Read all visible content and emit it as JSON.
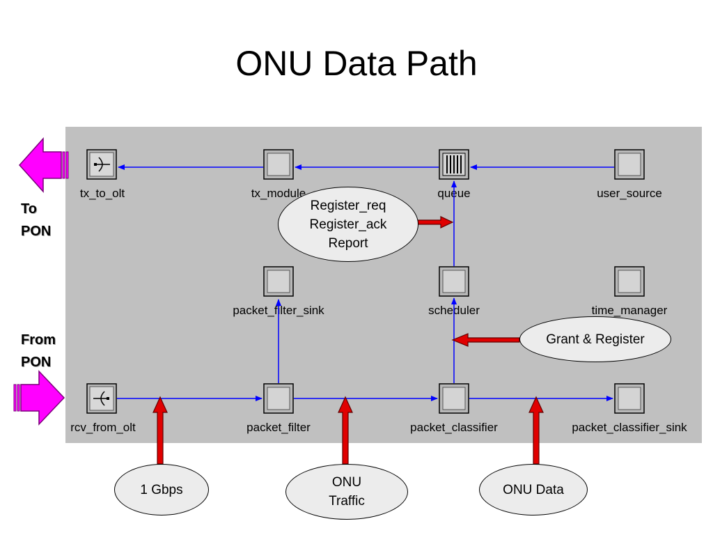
{
  "title": "ONU Data Path",
  "side_labels": {
    "to_pon": [
      "To",
      "PON"
    ],
    "from_pon": [
      "From",
      "PON"
    ]
  },
  "nodes": {
    "tx_to_olt": "tx_to_olt",
    "tx_module": "tx_module",
    "queue": "queue",
    "user_source": "user_source",
    "packet_filter_sink": "packet_filter_sink",
    "scheduler": "scheduler",
    "time_manager": "time_manager",
    "rcv_from_olt": "rcv_from_olt",
    "packet_filter": "packet_filter",
    "packet_classifier": "packet_classifier",
    "packet_classifier_sink": "packet_classifier_sink"
  },
  "callouts": {
    "control": [
      "Register_req",
      "Register_ack",
      "Report"
    ],
    "grant": "Grant & Register",
    "rate": "1 Gbps",
    "traffic": [
      "ONU",
      "Traffic"
    ],
    "data": "ONU Data"
  },
  "colors": {
    "panel": "#c0c0c0",
    "link": "#0000ff",
    "callout_arrow": "#e00000",
    "port_arrow": "#ff00ff"
  }
}
